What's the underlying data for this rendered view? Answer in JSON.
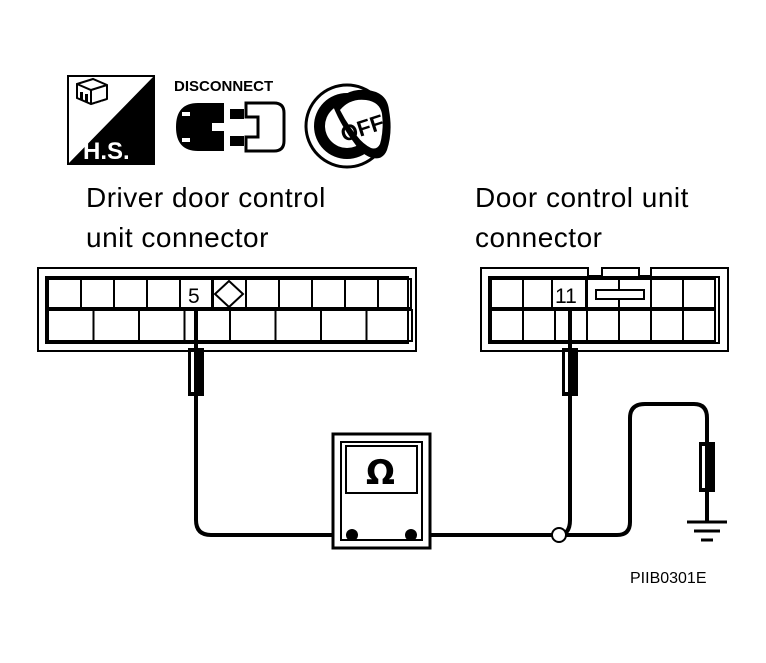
{
  "icons": {
    "hs_label": "H.S.",
    "disconnect_label": "DISCONNECT",
    "ignition_label": "OFF"
  },
  "connectors": {
    "driver": {
      "label_line1": "Driver door control",
      "label_line2": "unit connector",
      "pin": "5"
    },
    "door": {
      "label_line1": "Door control unit",
      "label_line2": "connector",
      "pin": "11"
    }
  },
  "meter": {
    "symbol": "Ω"
  },
  "reference_code": "PIIB0301E"
}
